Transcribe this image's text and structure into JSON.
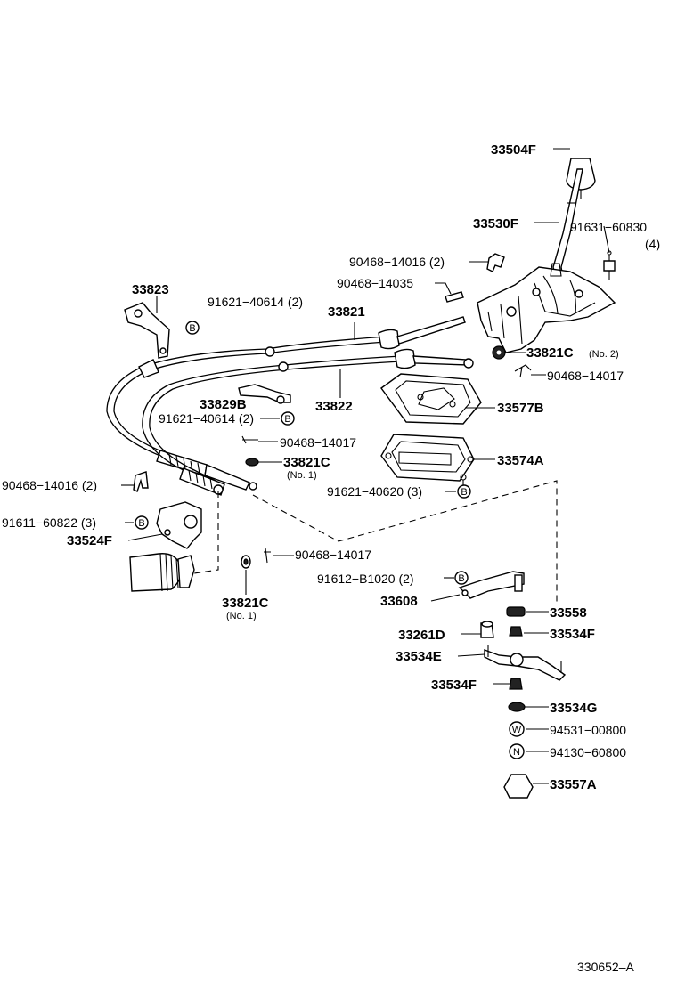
{
  "diagram": {
    "code": "330652–A",
    "labels": {
      "p33504F": "33504F",
      "p33530F": "33530F",
      "p91631_60830": "91631−60830",
      "p91631_qty": "(4)",
      "p90468_14016_a": "90468−14016 (2)",
      "p90468_14035": "90468−14035",
      "p33823": "33823",
      "p91621_40614_a": "91621−40614 (2)",
      "p33821": "33821",
      "p33821C_no2": "33821C",
      "p33821C_no2_note": "(No. 2)",
      "p90468_14017_a": "90468−14017",
      "p33829B": "33829B",
      "p33822": "33822",
      "p33577B": "33577B",
      "p91621_40614_b": "91621−40614 (2)",
      "p90468_14017_b": "90468−14017",
      "p33821C_no1_a": "33821C",
      "p33821C_no1_a_note": "(No. 1)",
      "p33574A": "33574A",
      "p90468_14016_b": "90468−14016 (2)",
      "p91621_40620": "91621−40620 (3)",
      "p91611_60822": "91611−60822 (3)",
      "p33524F": "33524F",
      "p90468_14017_c": "90468−14017",
      "p91612_B1020": "91612−B1020 (2)",
      "p33608": "33608",
      "p33558": "33558",
      "p33821C_no1_b": "33821C",
      "p33821C_no1_b_note": "(No. 1)",
      "p33261D": "33261D",
      "p33534F_a": "33534F",
      "p33534E": "33534E",
      "p33534F_b": "33534F",
      "p33534G": "33534G",
      "p94531_00800": "94531−00800",
      "p94130_60800": "94130−60800",
      "p33557A": "33557A"
    },
    "markers": {
      "bolt": "B",
      "washer": "W",
      "nut": "N"
    }
  }
}
